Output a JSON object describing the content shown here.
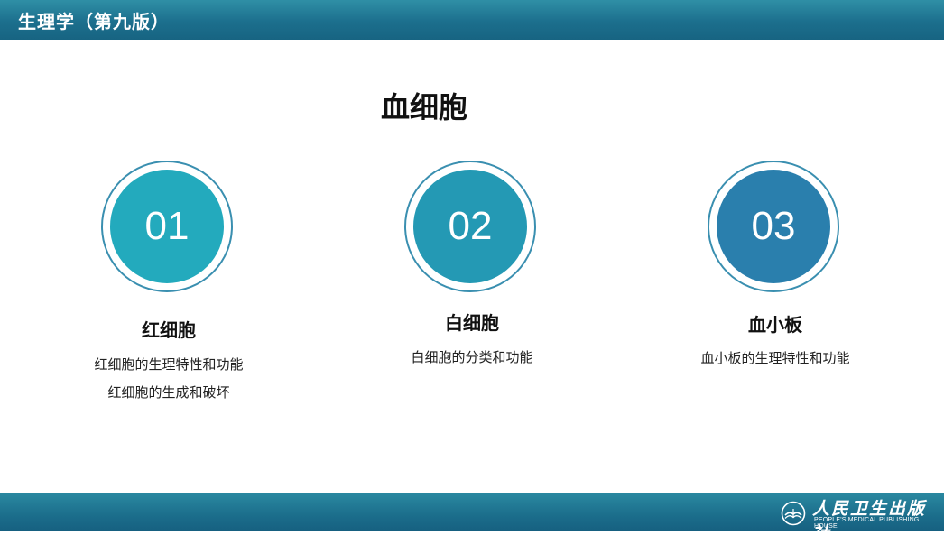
{
  "header": {
    "title": "生理学（第九版）"
  },
  "slide": {
    "title": "血细胞"
  },
  "items": [
    {
      "number": "01",
      "heading": "红细胞",
      "lines": [
        "红细胞的生理特性和功能",
        "红细胞的生成和破坏"
      ],
      "color": "#23aabd"
    },
    {
      "number": "02",
      "heading": "白细胞",
      "lines": [
        "白细胞的分类和功能"
      ],
      "color": "#2499b4"
    },
    {
      "number": "03",
      "heading": "血小板",
      "lines": [
        "血小板的生理特性和功能"
      ],
      "color": "#2a7fad"
    }
  ],
  "footer": {
    "publisher_cn": "人民卫生出版社",
    "publisher_en": "PEOPLE'S MEDICAL PUBLISHING HOUSE",
    "logo_icon": "book-logo-icon"
  },
  "colors": {
    "bar": "#1c6f8d",
    "ring": "#3a8fb0"
  }
}
